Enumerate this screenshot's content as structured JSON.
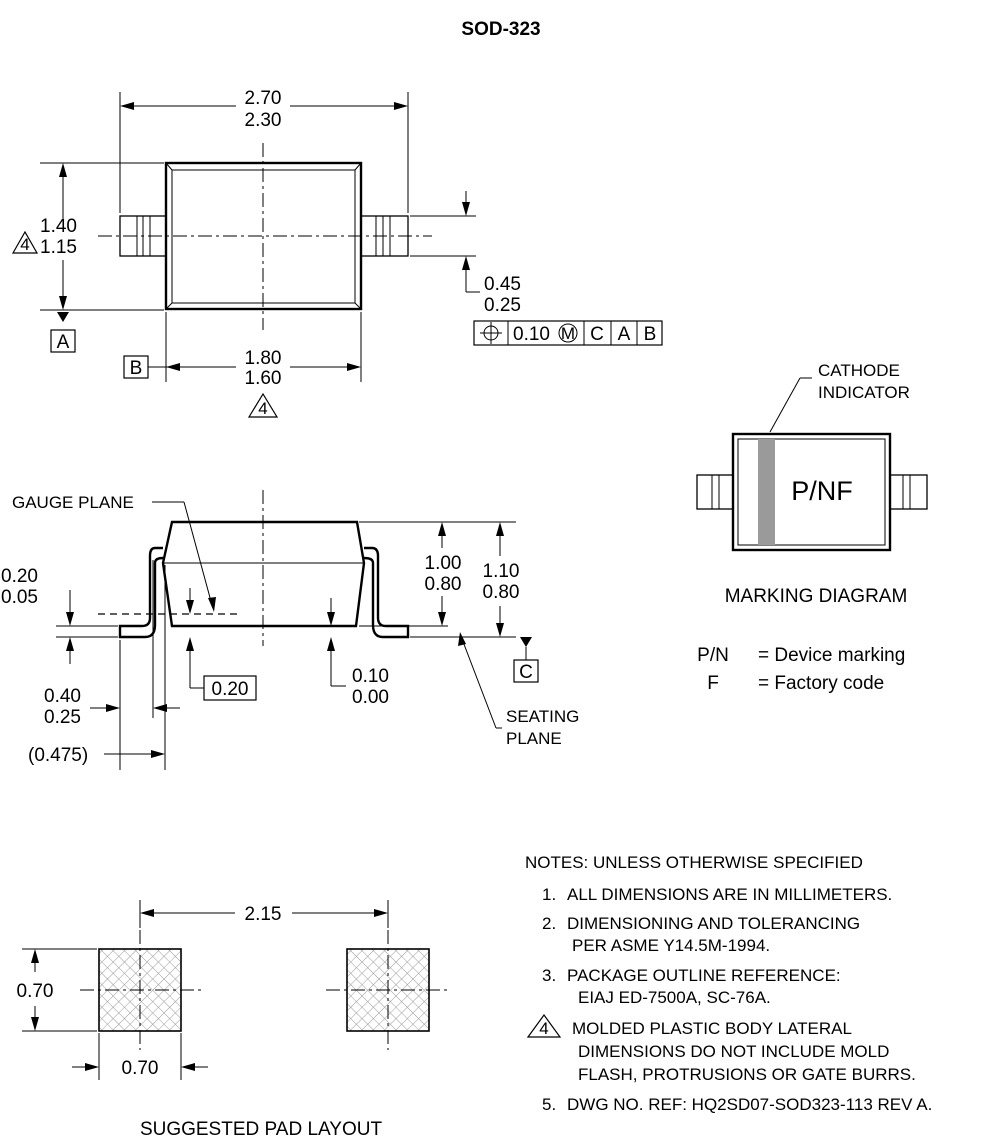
{
  "title": "SOD-323",
  "top_view": {
    "dim_width": [
      "2.70",
      "2.30"
    ],
    "dim_height": [
      "1.40",
      "1.15"
    ],
    "dim_lead": [
      "0.45",
      "0.25"
    ],
    "dim_body": [
      "1.80",
      "1.60"
    ],
    "note_flag": "4",
    "datum_a": "A",
    "datum_b": "B",
    "fcf": {
      "tolerance": "0.10",
      "modifier": "M",
      "datums": [
        "C",
        "A",
        "B"
      ]
    }
  },
  "side_view": {
    "gauge_plane": "GAUGE PLANE",
    "dim_height": [
      "1.00",
      "0.80"
    ],
    "dim_height_total": [
      "1.10",
      "0.80"
    ],
    "dim_foot": [
      "0.20",
      "0.05"
    ],
    "dim_lead_len": [
      "0.40",
      "0.25"
    ],
    "dim_ref": "(0.475)",
    "dim_gauge": "0.20",
    "dim_standoff": [
      "0.10",
      "0.00"
    ],
    "datum_c": "C",
    "seating_plane": [
      "SEATING",
      "PLANE"
    ]
  },
  "marking": {
    "cathode": [
      "CATHODE",
      "INDICATOR"
    ],
    "code": "P/NF",
    "caption": "MARKING DIAGRAM",
    "legend": [
      {
        "key": "P/N",
        "desc": "= Device marking"
      },
      {
        "key": "F",
        "desc": "= Factory code"
      }
    ],
    "stripe_color": "#9a9a9a"
  },
  "pad_layout": {
    "pitch": "2.15",
    "pad_h": "0.70",
    "pad_w": "0.70",
    "caption": "SUGGESTED PAD LAYOUT"
  },
  "notes": {
    "header": "NOTES: UNLESS OTHERWISE SPECIFIED",
    "items": [
      {
        "num": "1.",
        "lines": [
          "ALL DIMENSIONS ARE IN MILLIMETERS."
        ]
      },
      {
        "num": "2.",
        "lines": [
          "DIMENSIONING AND TOLERANCING",
          "PER ASME Y14.5M-1994."
        ]
      },
      {
        "num": "3.",
        "lines": [
          "PACKAGE OUTLINE REFERENCE:",
          "EIAJ ED-7500A, SC-76A."
        ]
      },
      {
        "num": "4",
        "lines": [
          "MOLDED PLASTIC BODY LATERAL",
          "DIMENSIONS DO NOT INCLUDE MOLD",
          "FLASH, PROTRUSIONS OR GATE BURRS."
        ]
      },
      {
        "num": "5.",
        "lines": [
          "DWG NO. REF: HQ2SD07-SOD323-113 REV A."
        ]
      }
    ]
  }
}
